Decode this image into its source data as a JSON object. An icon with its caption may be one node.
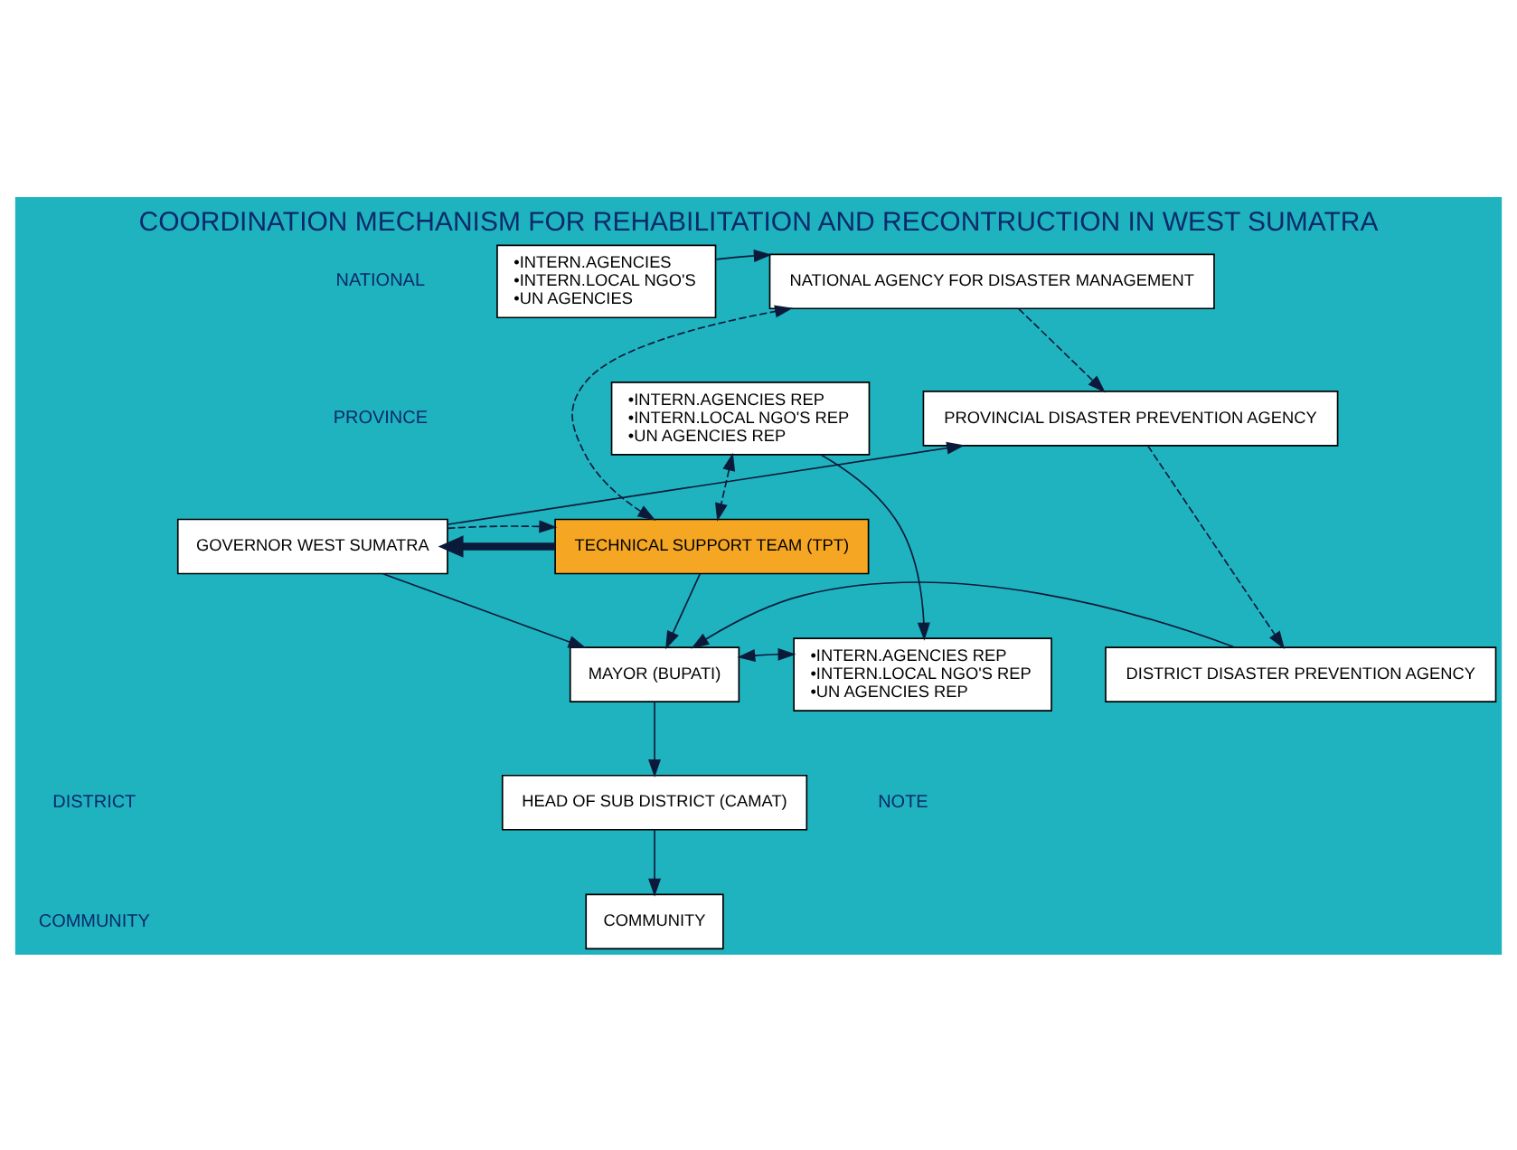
{
  "diagram": {
    "title": "COORDINATION MECHANISM FOR REHABILITATION AND RECONTRUCTION IN WEST SUMATRA",
    "nodes": [
      {
        "text": [
          "•INTERN.AGENCIES •INTERN.LOCAL NGO'S •UN AGENCIES"
        ]
      },
      {
        "text": [
          "NATIONAL AGENCY FOR DISASTER MANAGEMENT"
        ]
      },
      {
        "text": [
          "TECHNICAL SUPPORT TEAM (TPT)"
        ]
      },
      {
        "text": [
          "GOVERNOR WEST SUMATRA"
        ]
      },
      {
        "text": [
          "•INTERN.AGENCIES REP •INTERN.LOCAL NGO'S REP •UN AGENCIES REP"
        ]
      },
      {
        "text": [
          "PROVINCIAL DISASTER PREVENTION AGENCY"
        ]
      },
      {
        "text": [
          "•INTERN.AGENCIES REP •INTERN.LOCAL NGO'S REP •UN AGENCIES REP"
        ]
      },
      {
        "text": [
          "MAYOR (BUPATI)"
        ]
      },
      {
        "text": [
          "DISTRICT DISASTER PREVENTION AGENCY"
        ]
      },
      {
        "text": [
          "HEAD OF SUB DISTRICT (CAMAT)"
        ]
      },
      {
        "text": [
          "COMMUNITY"
        ]
      }
    ],
    "edges": [
      {
        "from": 0,
        "to": 1,
        "arrow": "to"
      },
      {
        "from": 2,
        "to": 1,
        "arrow": "both",
        "style": "dashed"
      },
      {
        "from": 2,
        "to": 3,
        "arrow": "to",
        "style": "thick"
      },
      {
        "from": 3,
        "to": 2,
        "arrow": "to",
        "style": "dashed"
      },
      {
        "from": 4,
        "to": 2,
        "arrow": "both",
        "style": "dashed"
      },
      {
        "from": 3,
        "to": 5,
        "arrow": "to"
      },
      {
        "from": 1,
        "to": 5,
        "arrow": "to",
        "style": "dashed"
      },
      {
        "from": 3,
        "to": 7,
        "arrow": "to"
      },
      {
        "from": 2,
        "to": 7,
        "arrow": "to"
      },
      {
        "from": 4,
        "to": 6,
        "arrow": "to"
      },
      {
        "from": 7,
        "to": 6,
        "arrow": "both"
      },
      {
        "from": 5,
        "to": 8,
        "arrow": "to",
        "style": "dashed"
      },
      {
        "from": 8,
        "to": 7,
        "arrow": "to"
      },
      {
        "from": 7,
        "to": 9,
        "arrow": "to"
      },
      {
        "from": 9,
        "to": 10,
        "arrow": "to"
      }
    ],
    "labels": [
      "NATIONAL",
      "PROVINCE",
      "DISTRICT",
      "COMMUNITY",
      "NOTE"
    ]
  }
}
